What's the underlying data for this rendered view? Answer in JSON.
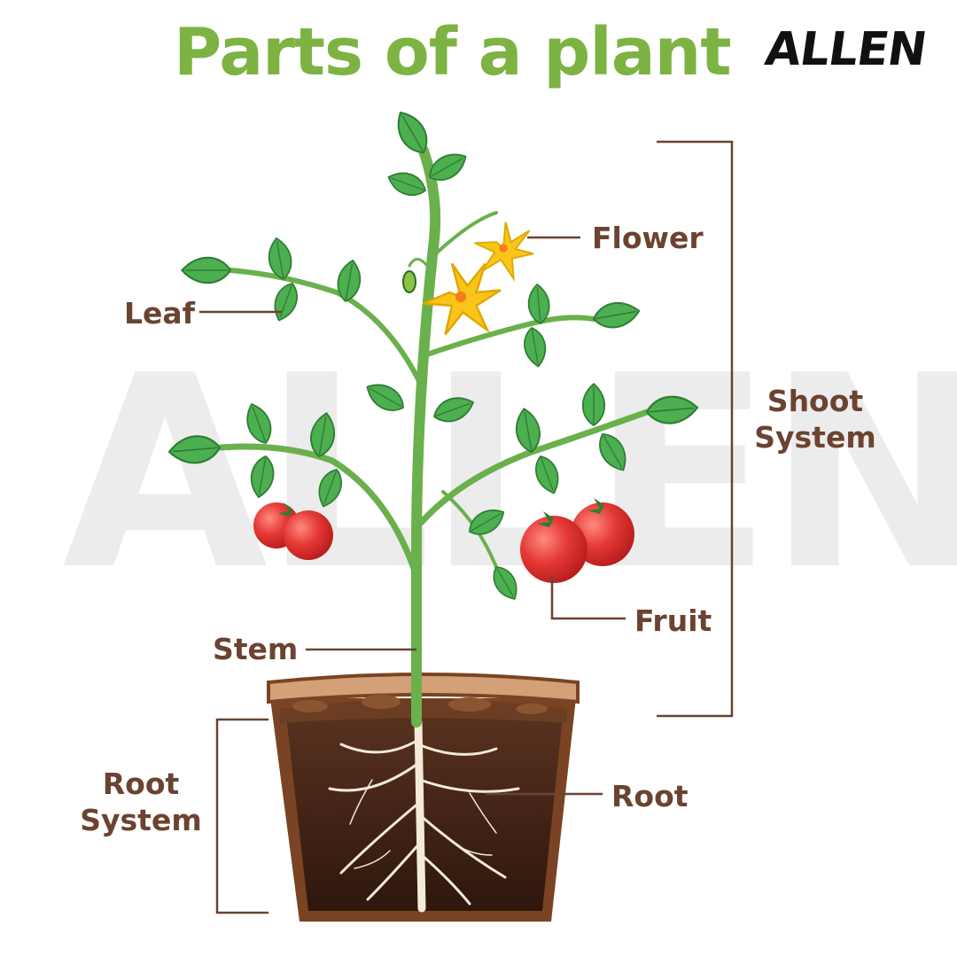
{
  "title": "Parts of a plant",
  "logo": "ALLEN",
  "watermark": "ALLEN",
  "labels": {
    "flower": "Flower",
    "leaf": "Leaf",
    "shoot_system_line1": "Shoot",
    "shoot_system_line2": "System",
    "fruit": "Fruit",
    "stem": "Stem",
    "root_system_line1": "Root",
    "root_system_line2": "System",
    "root": "Root"
  },
  "colors": {
    "title": "#7cb342",
    "label_text": "#6b4330",
    "leader_line": "#6b4330",
    "leaf": "#4caf50",
    "leaf_dark": "#2e7d32",
    "stem": "#6ab04c",
    "flower": "#f9c51b",
    "fruit": "#e53935",
    "pot": "#7a4424",
    "soil": "#4a2818",
    "root": "#f3ead8",
    "watermark": "#ececec"
  }
}
